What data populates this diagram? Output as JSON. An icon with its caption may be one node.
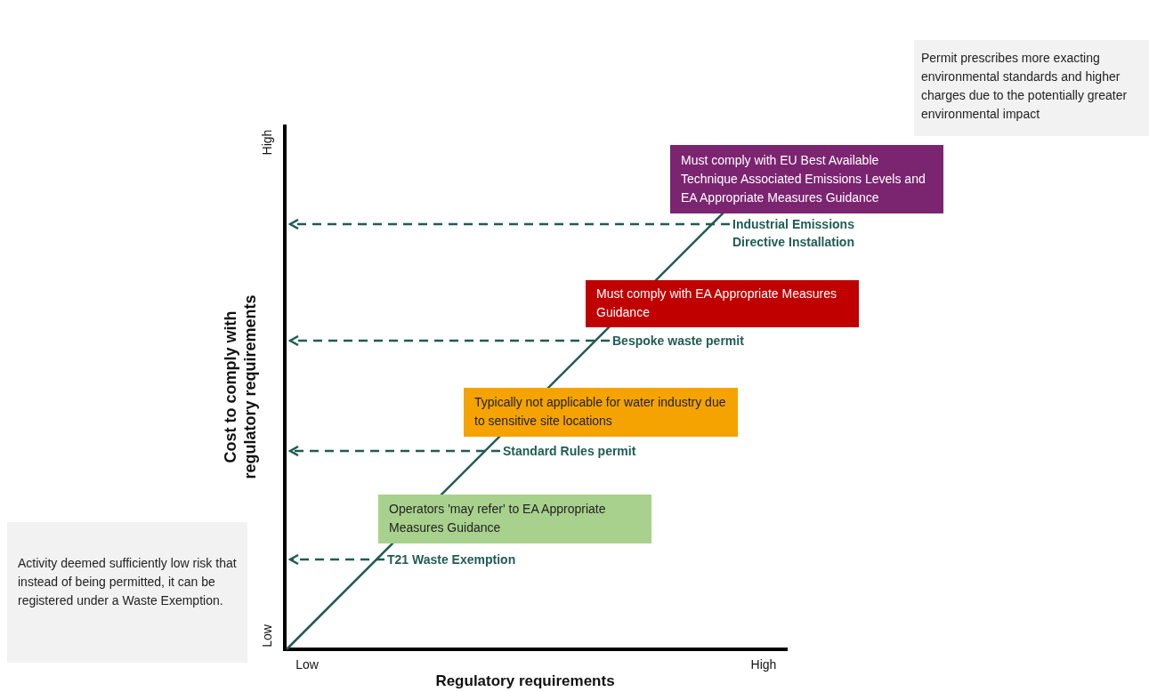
{
  "diagram": {
    "nodes": [
      {
        "text": [
          "Permit prescribes more exacting environmental standards and higher charges due to the potentially greater environmental impact"
        ]
      },
      {
        "text": [
          "Must comply with EU Best Available Technique Associated Emissions Levels and EA Appropriate Measures Guidance"
        ]
      },
      {
        "text": [
          "Industrial Emissions Directive Installation"
        ]
      },
      {
        "text": [
          "Must comply with EA Appropriate Measures Guidance"
        ]
      },
      {
        "text": [
          "Bespoke waste permit"
        ]
      },
      {
        "text": [
          "Typically not applicable for water industry due to sensitive site locations"
        ]
      },
      {
        "text": [
          "Standard Rules permit"
        ]
      },
      {
        "text": [
          "Operators 'may refer' to EA Appropriate Measures Guidance"
        ]
      },
      {
        "text": [
          "T21 Waste Exemption"
        ]
      },
      {
        "text": [
          "Activity deemed sufficiently low risk that instead of being permitted, it can be registered under a Waste Exemption."
        ]
      }
    ],
    "edges": [
      {
        "from": 2,
        "to": null,
        "arrow": "to",
        "style": "dashed"
      },
      {
        "from": 4,
        "to": null,
        "arrow": "to",
        "style": "dashed"
      },
      {
        "from": 6,
        "to": null,
        "arrow": "to",
        "style": "dashed"
      },
      {
        "from": 8,
        "to": null,
        "arrow": "to",
        "style": "dashed"
      }
    ],
    "labels": [
      "High",
      "Low",
      "Cost to comply with regulatory requirements",
      "Low",
      "High",
      "Regulatory requirements"
    ]
  }
}
